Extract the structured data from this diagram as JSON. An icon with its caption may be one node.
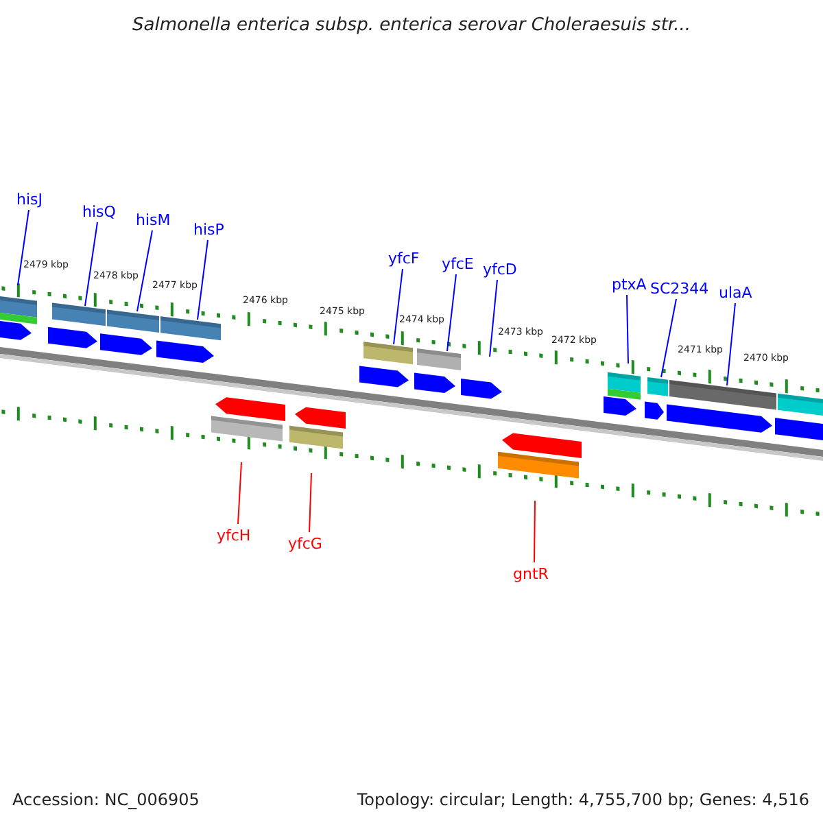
{
  "diagram": {
    "title": "Salmonella enterica subsp. enterica serovar Choleraesuis str...",
    "nodes": [
      {
        "text": [
          "hisJ"
        ]
      },
      {
        "text": [
          "hisQ"
        ]
      },
      {
        "text": [
          "hisM"
        ]
      },
      {
        "text": [
          "hisP"
        ]
      },
      {
        "text": [
          "yfcF"
        ]
      },
      {
        "text": [
          "yfcE"
        ]
      },
      {
        "text": [
          "yfcD"
        ]
      },
      {
        "text": [
          "ptxA"
        ]
      },
      {
        "text": [
          "SC2344"
        ]
      },
      {
        "text": [
          "ulaA"
        ]
      },
      {
        "text": [
          "yfcH"
        ]
      },
      {
        "text": [
          "yfcG"
        ]
      },
      {
        "text": [
          "gntR"
        ]
      }
    ],
    "edges": [
      {
        "from": 0,
        "to": null,
        "arrow": "none"
      },
      {
        "from": 1,
        "to": null,
        "arrow": "none"
      },
      {
        "from": 2,
        "to": null,
        "arrow": "none"
      },
      {
        "from": 3,
        "to": null,
        "arrow": "none"
      },
      {
        "from": 4,
        "to": null,
        "arrow": "none"
      },
      {
        "from": 5,
        "to": null,
        "arrow": "none"
      },
      {
        "from": 6,
        "to": null,
        "arrow": "none"
      },
      {
        "from": 7,
        "to": null,
        "arrow": "none"
      },
      {
        "from": 8,
        "to": null,
        "arrow": "none"
      },
      {
        "from": 9,
        "to": null,
        "arrow": "none"
      },
      {
        "from": 10,
        "to": null,
        "arrow": "none",
        "color": "#ff0000"
      },
      {
        "from": 11,
        "to": null,
        "arrow": "none",
        "color": "#ff0000"
      },
      {
        "from": 12,
        "to": null,
        "arrow": "none",
        "color": "#ff0000"
      }
    ],
    "labels": [
      "2479 kbp",
      "2478 kbp",
      "2477 kbp",
      "2476 kbp",
      "2475 kbp",
      "2474 kbp",
      "2473 kbp",
      "2472 kbp",
      "2471 kbp",
      "2470 kbp",
      "Accession: NC_006905",
      "Topology: circular; Length: 4,755,700 bp; Genes: 4,516"
    ]
  }
}
